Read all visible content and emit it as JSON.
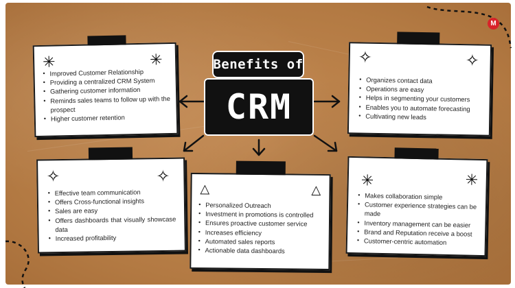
{
  "title": {
    "line1": "Benefits of",
    "line2": "CRM"
  },
  "logo": {
    "letter": "M",
    "color": "#d8232a"
  },
  "colors": {
    "background": "#b47b45",
    "card": "#ffffff",
    "ink": "#111111"
  },
  "cards": {
    "top_left": {
      "icons": [
        "asterisk-icon",
        "asterisk-icon"
      ],
      "items": [
        "Improved Customer Relationship",
        "Providing a centralized CRM System",
        "Gathering customer information",
        "Reminds sales teams to follow up with the prospect",
        "Higher customer retention"
      ]
    },
    "top_right": {
      "icons": [
        "diamond-sparkle-icon",
        "diamond-sparkle-icon"
      ],
      "items": [
        "Organizes contact data",
        "Operations are easy",
        "Helps in segmenting your customers",
        "Enables you to automate forecasting",
        "Cultivating new leads"
      ]
    },
    "bottom_left": {
      "icons": [
        "diamond-sparkle-icon",
        "diamond-sparkle-icon"
      ],
      "items": [
        "Effective team communication",
        "Offers Cross-functional insights",
        "Sales are easy",
        "Offers dashboards that visually showcase data",
        "Increased profitability"
      ]
    },
    "bottom_center": {
      "icons": [
        "triangle-icon",
        "triangle-icon"
      ],
      "items": [
        "Personalized Outreach",
        "Investment in promotions is controlled",
        "Ensures proactive customer service",
        "Increases efficiency",
        "Automated sales reports",
        "Actionable data dashboards"
      ]
    },
    "bottom_right": {
      "icons": [
        "asterisk-icon",
        "asterisk-icon"
      ],
      "items": [
        "Makes collaboration simple",
        "Customer experience strategies can be made",
        "Inventory management can be easier",
        "Brand and Reputation receive a boost",
        "Customer-centric automation"
      ]
    }
  }
}
